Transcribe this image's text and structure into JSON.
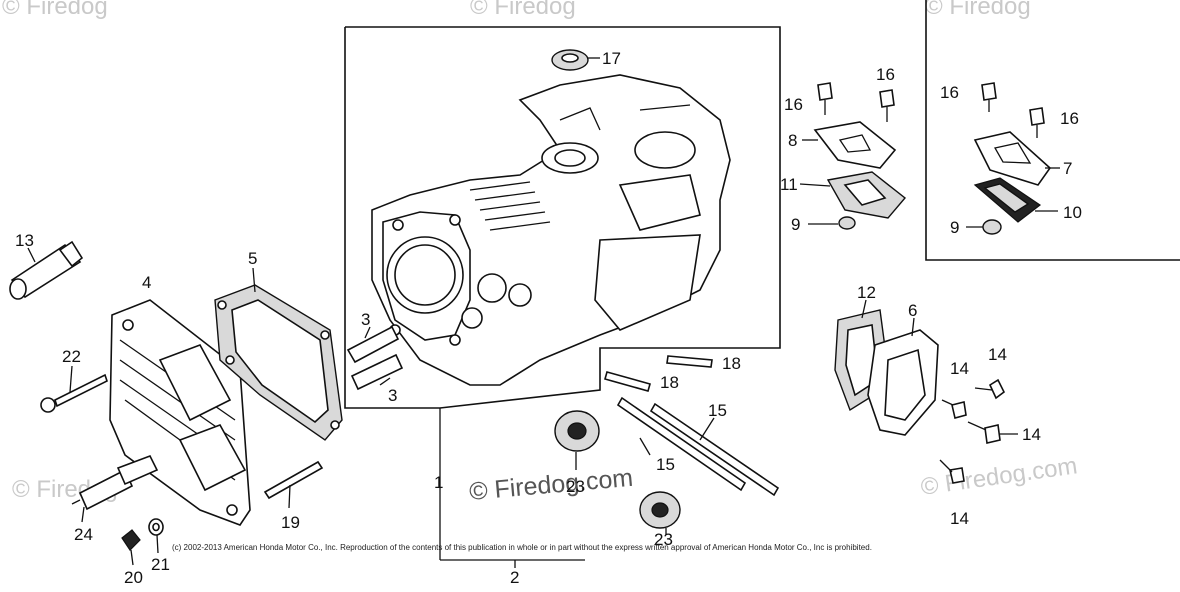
{
  "watermarks": {
    "top_left": "© Firedog",
    "top_center": "© Firedog",
    "top_right": "© Firedog",
    "center": "© Firedog.com",
    "bottom_left": "© Firedog",
    "bottom_right": "© Firedog.com"
  },
  "copyright": "(c) 2002-2013 American Honda Motor Co., Inc. Reproduction of the contents of this publication in whole or in part without the express written approval of American Honda Motor Co., Inc is prohibited.",
  "callouts": {
    "p1": "1",
    "p2": "2",
    "p3a": "3",
    "p3b": "3",
    "p4": "4",
    "p5": "5",
    "p6": "6",
    "p7": "7",
    "p8": "8",
    "p9a": "9",
    "p9b": "9",
    "p10": "10",
    "p11": "11",
    "p12": "12",
    "p13": "13",
    "p14a": "14",
    "p14b": "14",
    "p14c": "14",
    "p14d": "14",
    "p15a": "15",
    "p15b": "15",
    "p16a": "16",
    "p16b": "16",
    "p16c": "16",
    "p16d": "16",
    "p17": "17",
    "p18a": "18",
    "p18b": "18",
    "p19": "19",
    "p20": "20",
    "p21": "21",
    "p22": "22",
    "p23a": "23",
    "p23b": "23",
    "p24": "24"
  }
}
